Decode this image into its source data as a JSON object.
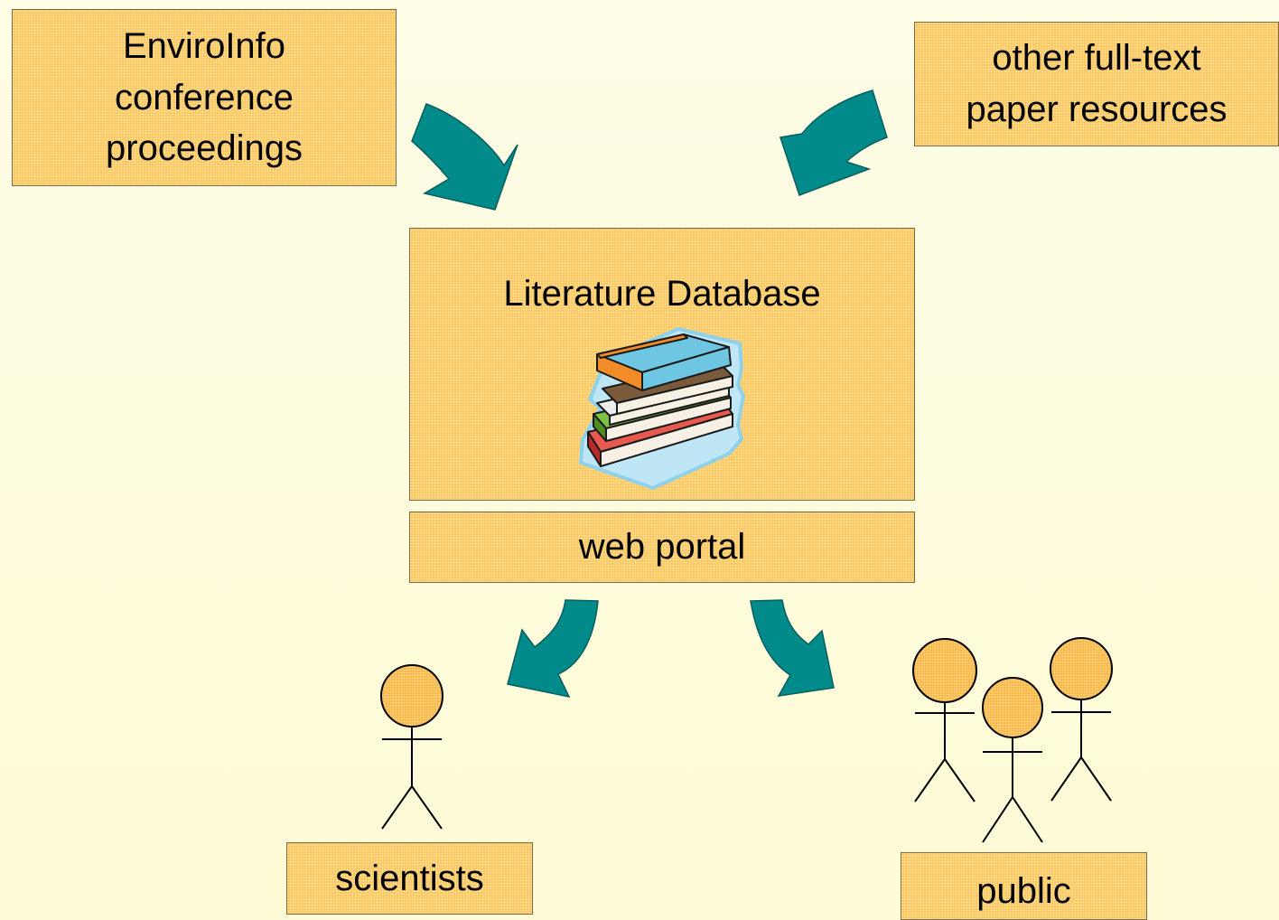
{
  "sources": {
    "enviroinfo": [
      "EnviroInfo",
      "conference",
      "proceedings"
    ],
    "other": [
      "other full-text",
      "paper resources"
    ]
  },
  "database": {
    "title": "Literature Database",
    "portal": "web portal",
    "icon": "books-stack-icon"
  },
  "audiences": {
    "scientists": "scientists",
    "public": "public"
  },
  "colors": {
    "box_fill": "#fbc75c",
    "arrow": "#008b8b",
    "person_head": "#f8b848"
  }
}
